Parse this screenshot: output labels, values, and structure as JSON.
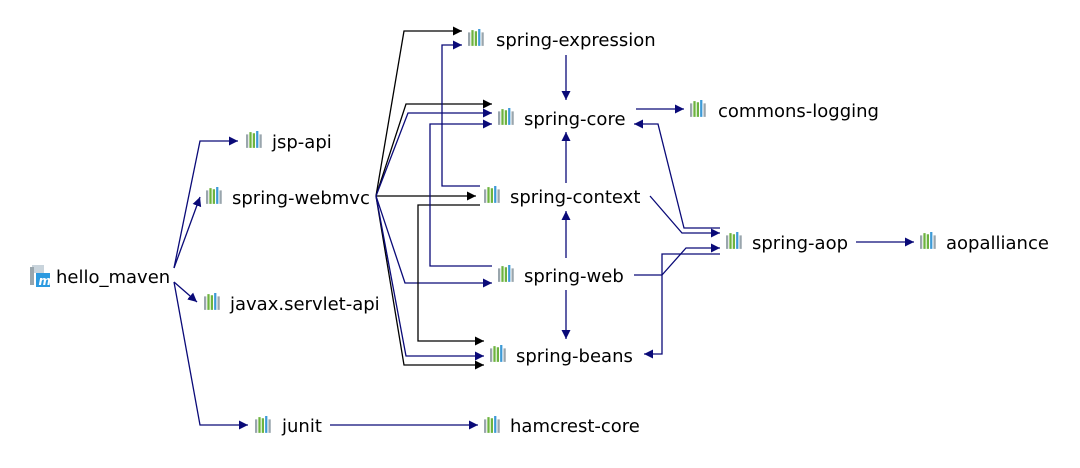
{
  "nodes": {
    "hello_maven": {
      "label": "hello_maven",
      "icon": "maven-module-icon"
    },
    "jsp_api": {
      "label": "jsp-api",
      "icon": "library-icon"
    },
    "spring_webmvc": {
      "label": "spring-webmvc",
      "icon": "library-icon"
    },
    "javax_servlet_api": {
      "label": "javax.servlet-api",
      "icon": "library-icon"
    },
    "junit": {
      "label": "junit",
      "icon": "library-icon"
    },
    "spring_expression": {
      "label": "spring-expression",
      "icon": "library-icon"
    },
    "spring_core": {
      "label": "spring-core",
      "icon": "library-icon"
    },
    "commons_logging": {
      "label": "commons-logging",
      "icon": "library-icon"
    },
    "spring_context": {
      "label": "spring-context",
      "icon": "library-icon"
    },
    "spring_aop": {
      "label": "spring-aop",
      "icon": "library-icon"
    },
    "aopalliance": {
      "label": "aopalliance",
      "icon": "library-icon"
    },
    "spring_web": {
      "label": "spring-web",
      "icon": "library-icon"
    },
    "spring_beans": {
      "label": "spring-beans",
      "icon": "library-icon"
    },
    "hamcrest_core": {
      "label": "hamcrest-core",
      "icon": "library-icon"
    }
  },
  "colors": {
    "edge_blue": "#0a0a78",
    "edge_black": "#000000",
    "bar_green": "#6db33f",
    "bar_blue": "#3d9ad6",
    "bar_gray": "#9aa6ad",
    "maven_blue": "#2c9ae0"
  }
}
